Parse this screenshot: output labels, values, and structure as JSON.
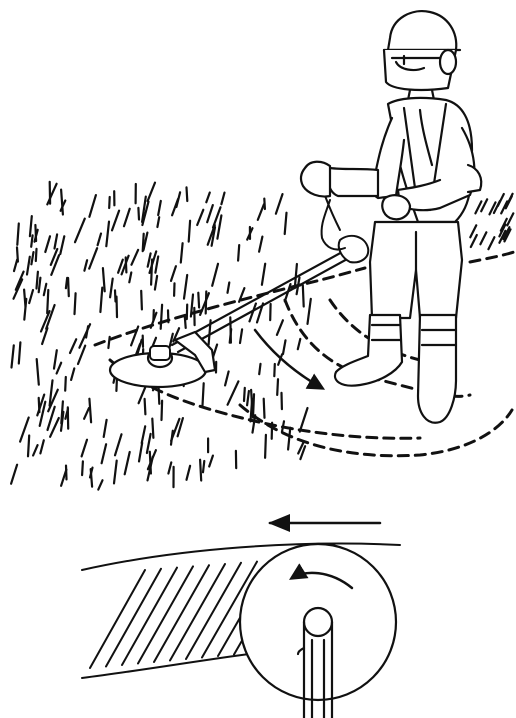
{
  "figure": {
    "top_panel": "brush-cutter-operation-scene",
    "bottom_panel": "blade-rotation-detail"
  },
  "colors": {
    "ink": "#111111",
    "background": "#ffffff"
  },
  "icons": [
    "operator-figure",
    "brush-cutter",
    "cutting-disc",
    "sweep-arrow",
    "direction-arrow",
    "rotation-arrow"
  ]
}
